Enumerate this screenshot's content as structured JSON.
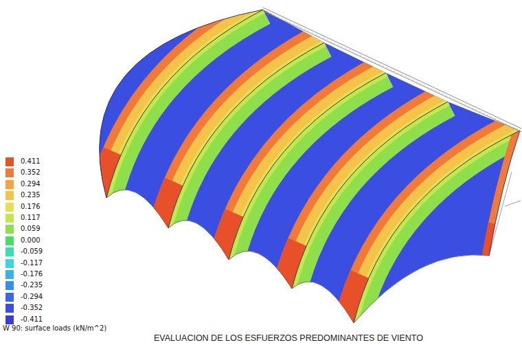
{
  "diagram": {
    "caption": "EVALUACION DE LOS ESFUERZOS PREDOMINANTES DE VIENTO",
    "labels": [
      "W 90: surface loads (kN/m^2)"
    ],
    "legend": [
      {
        "text": "0.411",
        "color": "#e8502a"
      },
      {
        "text": "0.352",
        "color": "#f27a38"
      },
      {
        "text": "0.294",
        "color": "#f5a247"
      },
      {
        "text": "0.235",
        "color": "#f4c44a"
      },
      {
        "text": "0.176",
        "color": "#e7e04c"
      },
      {
        "text": "0.117",
        "color": "#c4e84c"
      },
      {
        "text": "0.059",
        "color": "#8fdf4c"
      },
      {
        "text": "0.000",
        "color": "#4fd86c"
      },
      {
        "text": "-0.059",
        "color": "#3fdcae"
      },
      {
        "text": "-0.117",
        "color": "#3fd2e0"
      },
      {
        "text": "-0.176",
        "color": "#3cb0ea"
      },
      {
        "text": "-0.235",
        "color": "#3a8cea"
      },
      {
        "text": "-0.294",
        "color": "#3a68e6"
      },
      {
        "text": "-0.352",
        "color": "#3a4ee2"
      },
      {
        "text": "-0.411",
        "color": "#3a3cd8"
      }
    ]
  }
}
